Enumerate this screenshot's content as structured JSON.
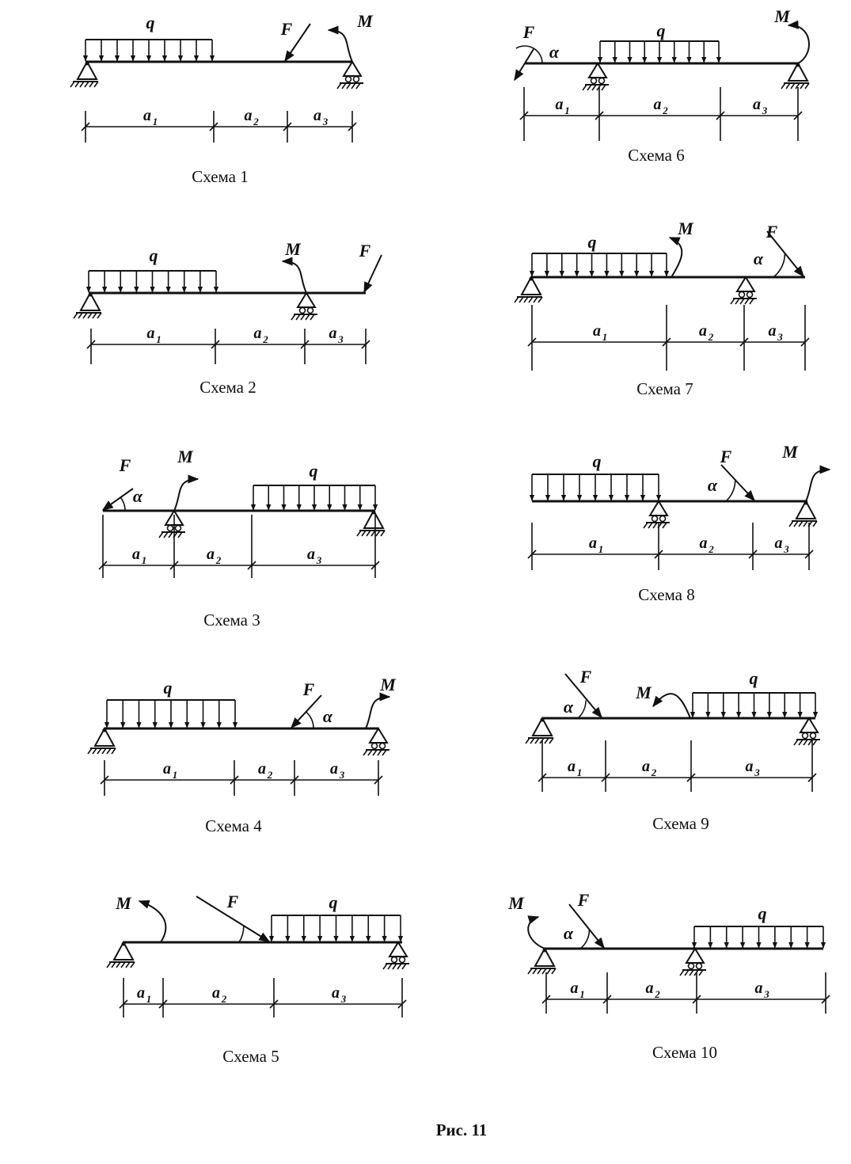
{
  "figure_caption": "Рис. 11",
  "labels": {
    "load": "q",
    "force": "F",
    "moment": "M",
    "angle": "α",
    "span1": "a",
    "span2": "a",
    "span3": "a",
    "sub1": "1",
    "sub2": "2",
    "sub3": "3"
  },
  "schemes": [
    {
      "caption": "Схема 1"
    },
    {
      "caption": "Схема 2"
    },
    {
      "caption": "Схема 3"
    },
    {
      "caption": "Схема 4"
    },
    {
      "caption": "Схема 5"
    },
    {
      "caption": "Схема 6"
    },
    {
      "caption": "Схема 7"
    },
    {
      "caption": "Схема 8"
    },
    {
      "caption": "Схема 9"
    },
    {
      "caption": "Схема 10"
    }
  ]
}
